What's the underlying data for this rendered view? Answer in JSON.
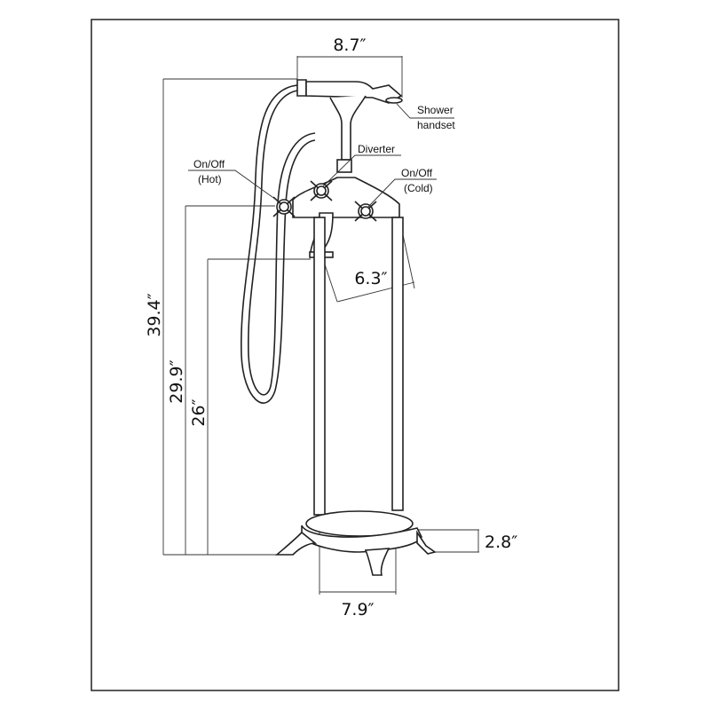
{
  "dimensions": {
    "handset_width": "8.7″",
    "total_height": "39.4″",
    "handle_height": "29.9″",
    "spout_height": "26″",
    "spout_reach": "6.3″",
    "base_width": "7.9″",
    "base_height": "2.8″"
  },
  "callouts": {
    "shower_handset_line1": "Shower",
    "shower_handset_line2": "handset",
    "diverter": "Diverter",
    "hot_line1": "On/Off",
    "hot_line2": "(Hot)",
    "cold_line1": "On/Off",
    "cold_line2": "(Cold)"
  }
}
